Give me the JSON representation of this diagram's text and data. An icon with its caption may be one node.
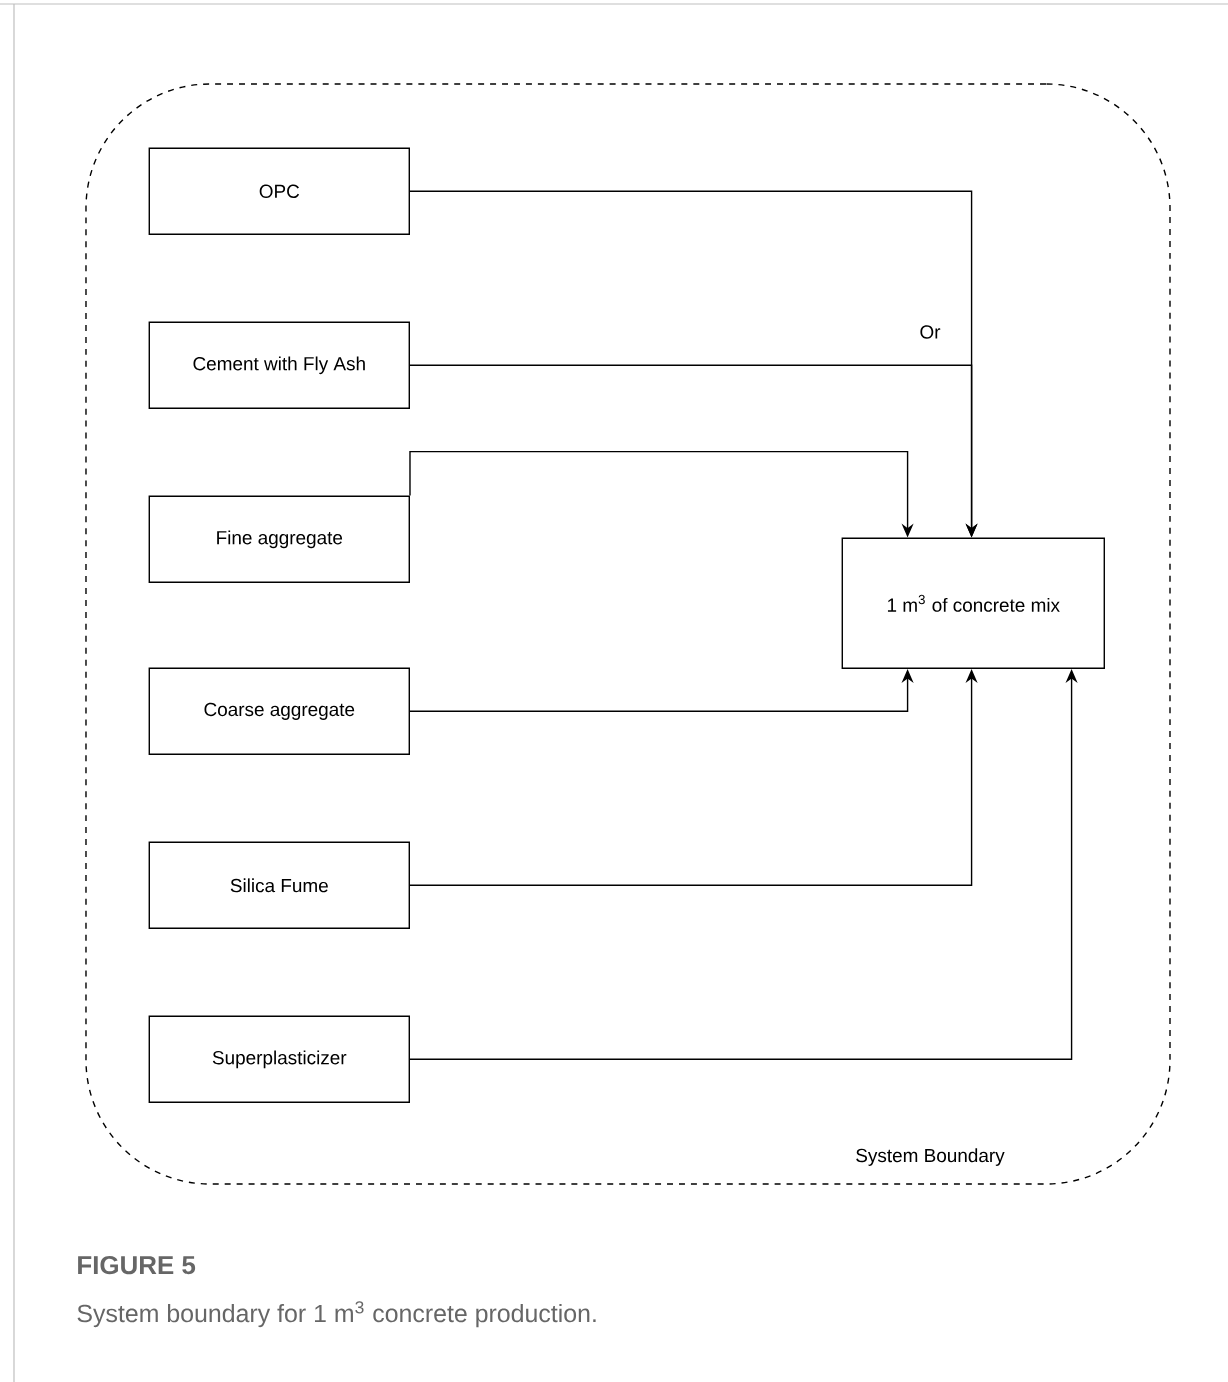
{
  "diagram": {
    "title": "FIGURE 5",
    "caption": "System boundary for 1 m$^{3}$ concrete production.",
    "nodes": [
      {
        "text": [
          "System Boundary"
        ]
      },
      {
        "text": [
          "OPC"
        ],
        "in": 0
      },
      {
        "text": [
          "Cement with Fly Ash"
        ],
        "in": 0
      },
      {
        "text": [
          "Fine aggregate"
        ],
        "in": 0
      },
      {
        "text": [
          "Coarse aggregate"
        ],
        "in": 0
      },
      {
        "text": [
          "Silica Fume"
        ],
        "in": 0
      },
      {
        "text": [
          "Superplasticizer"
        ],
        "in": 0
      },
      {
        "text": [
          "1 m$^{3}$ of concrete mix"
        ],
        "in": 0
      }
    ],
    "edges": [
      {
        "from": 1,
        "to": 7,
        "arrow": "to"
      },
      {
        "from": 2,
        "to": 7,
        "arrow": "to",
        "label": "Or"
      },
      {
        "from": 3,
        "to": 7,
        "arrow": "to"
      },
      {
        "from": 4,
        "to": 7,
        "arrow": "to"
      },
      {
        "from": 5,
        "to": 7,
        "arrow": "to"
      },
      {
        "from": 6,
        "to": 7,
        "arrow": "to"
      }
    ]
  }
}
